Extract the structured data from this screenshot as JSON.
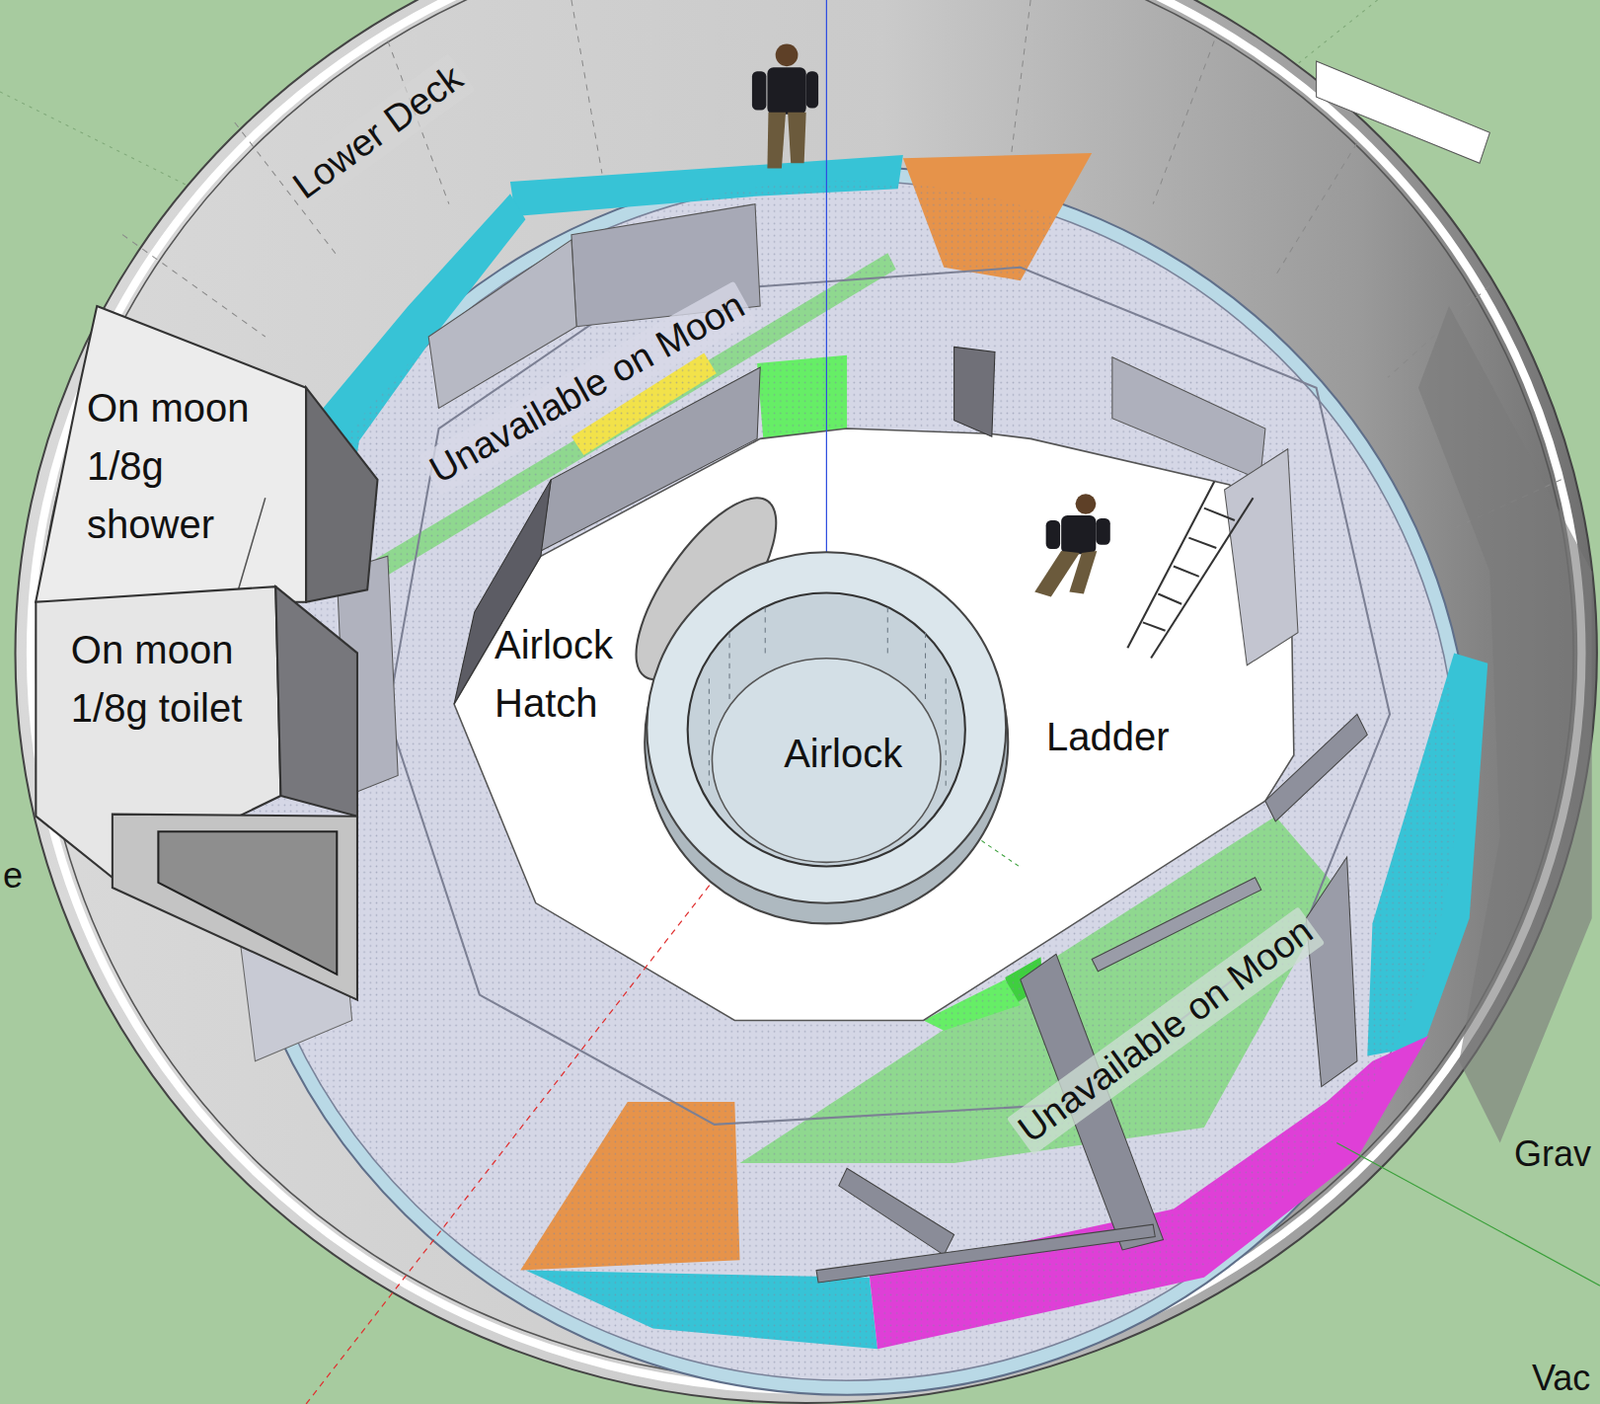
{
  "diagram": {
    "nodes": [
      {
        "text": [
          "On moon 1/8g shower"
        ]
      },
      {
        "text": [
          "On moon 1/8g toilet"
        ]
      },
      {
        "text": [
          "Airlock"
        ]
      }
    ],
    "labels": [
      "Lower Deck",
      "Unavailable on Moon",
      "Unavailable on Moon",
      "Ladder",
      "Airlock Hatch",
      "Grav",
      "Vac",
      "e"
    ]
  }
}
